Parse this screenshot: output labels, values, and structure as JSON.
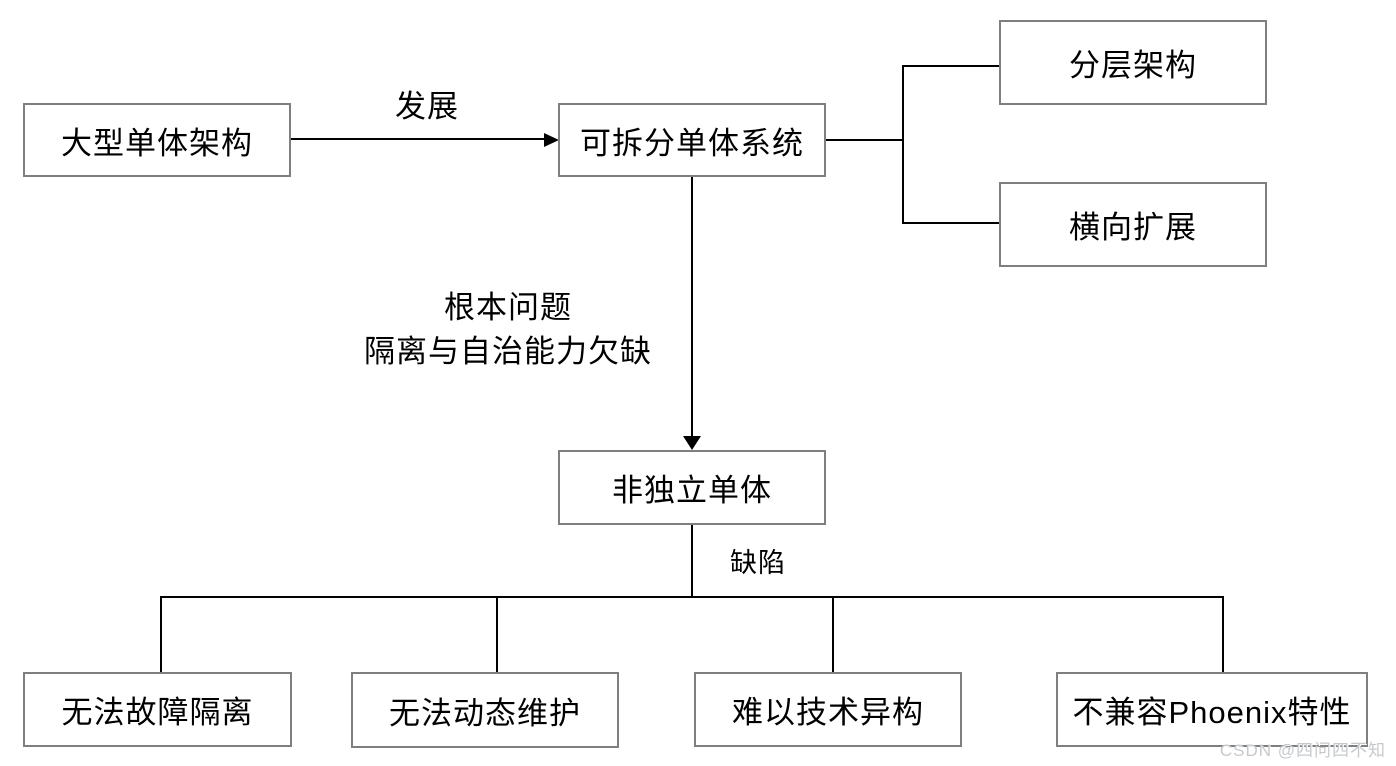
{
  "diagram": {
    "nodes": [
      {
        "id": "large-monolith",
        "label": "大型单体架构"
      },
      {
        "id": "splittable-monolith",
        "label": "可拆分单体系统"
      },
      {
        "id": "layered-architecture",
        "label": "分层架构"
      },
      {
        "id": "horizontal-scaling",
        "label": "横向扩展"
      },
      {
        "id": "non-independent",
        "label": "非独立单体"
      },
      {
        "id": "no-fault-isolation",
        "label": "无法故障隔离"
      },
      {
        "id": "no-dynamic-maintain",
        "label": "无法动态维护"
      },
      {
        "id": "tech-heterogeneity",
        "label": "难以技术异构"
      },
      {
        "id": "phoenix-incompatible",
        "label": "不兼容Phoenix特性"
      }
    ],
    "edge_labels": {
      "evolution": "发展",
      "root_problem_title": "根本问题",
      "root_problem_detail": "隔离与自治能力欠缺",
      "defects": "缺陷"
    },
    "edges": [
      {
        "from": "large-monolith",
        "to": "splittable-monolith",
        "label": "发展",
        "arrow": true
      },
      {
        "from": "splittable-monolith",
        "to": "layered-architecture",
        "arrow": false
      },
      {
        "from": "splittable-monolith",
        "to": "horizontal-scaling",
        "arrow": false
      },
      {
        "from": "splittable-monolith",
        "to": "non-independent",
        "label": "根本问题 隔离与自治能力欠缺",
        "arrow": true
      },
      {
        "from": "non-independent",
        "to": "no-fault-isolation",
        "label": "缺陷",
        "arrow": false
      },
      {
        "from": "non-independent",
        "to": "no-dynamic-maintain",
        "label": "缺陷",
        "arrow": false
      },
      {
        "from": "non-independent",
        "to": "tech-heterogeneity",
        "label": "缺陷",
        "arrow": false
      },
      {
        "from": "non-independent",
        "to": "phoenix-incompatible",
        "label": "缺陷",
        "arrow": false
      }
    ],
    "colors": {
      "box_border": "#7f7f7f",
      "line": "#000000",
      "text": "#000000",
      "watermark_text": "#c6c9cc",
      "bg": "#ffffff"
    }
  },
  "watermark": {
    "text": "CSDN @四问四不知"
  }
}
